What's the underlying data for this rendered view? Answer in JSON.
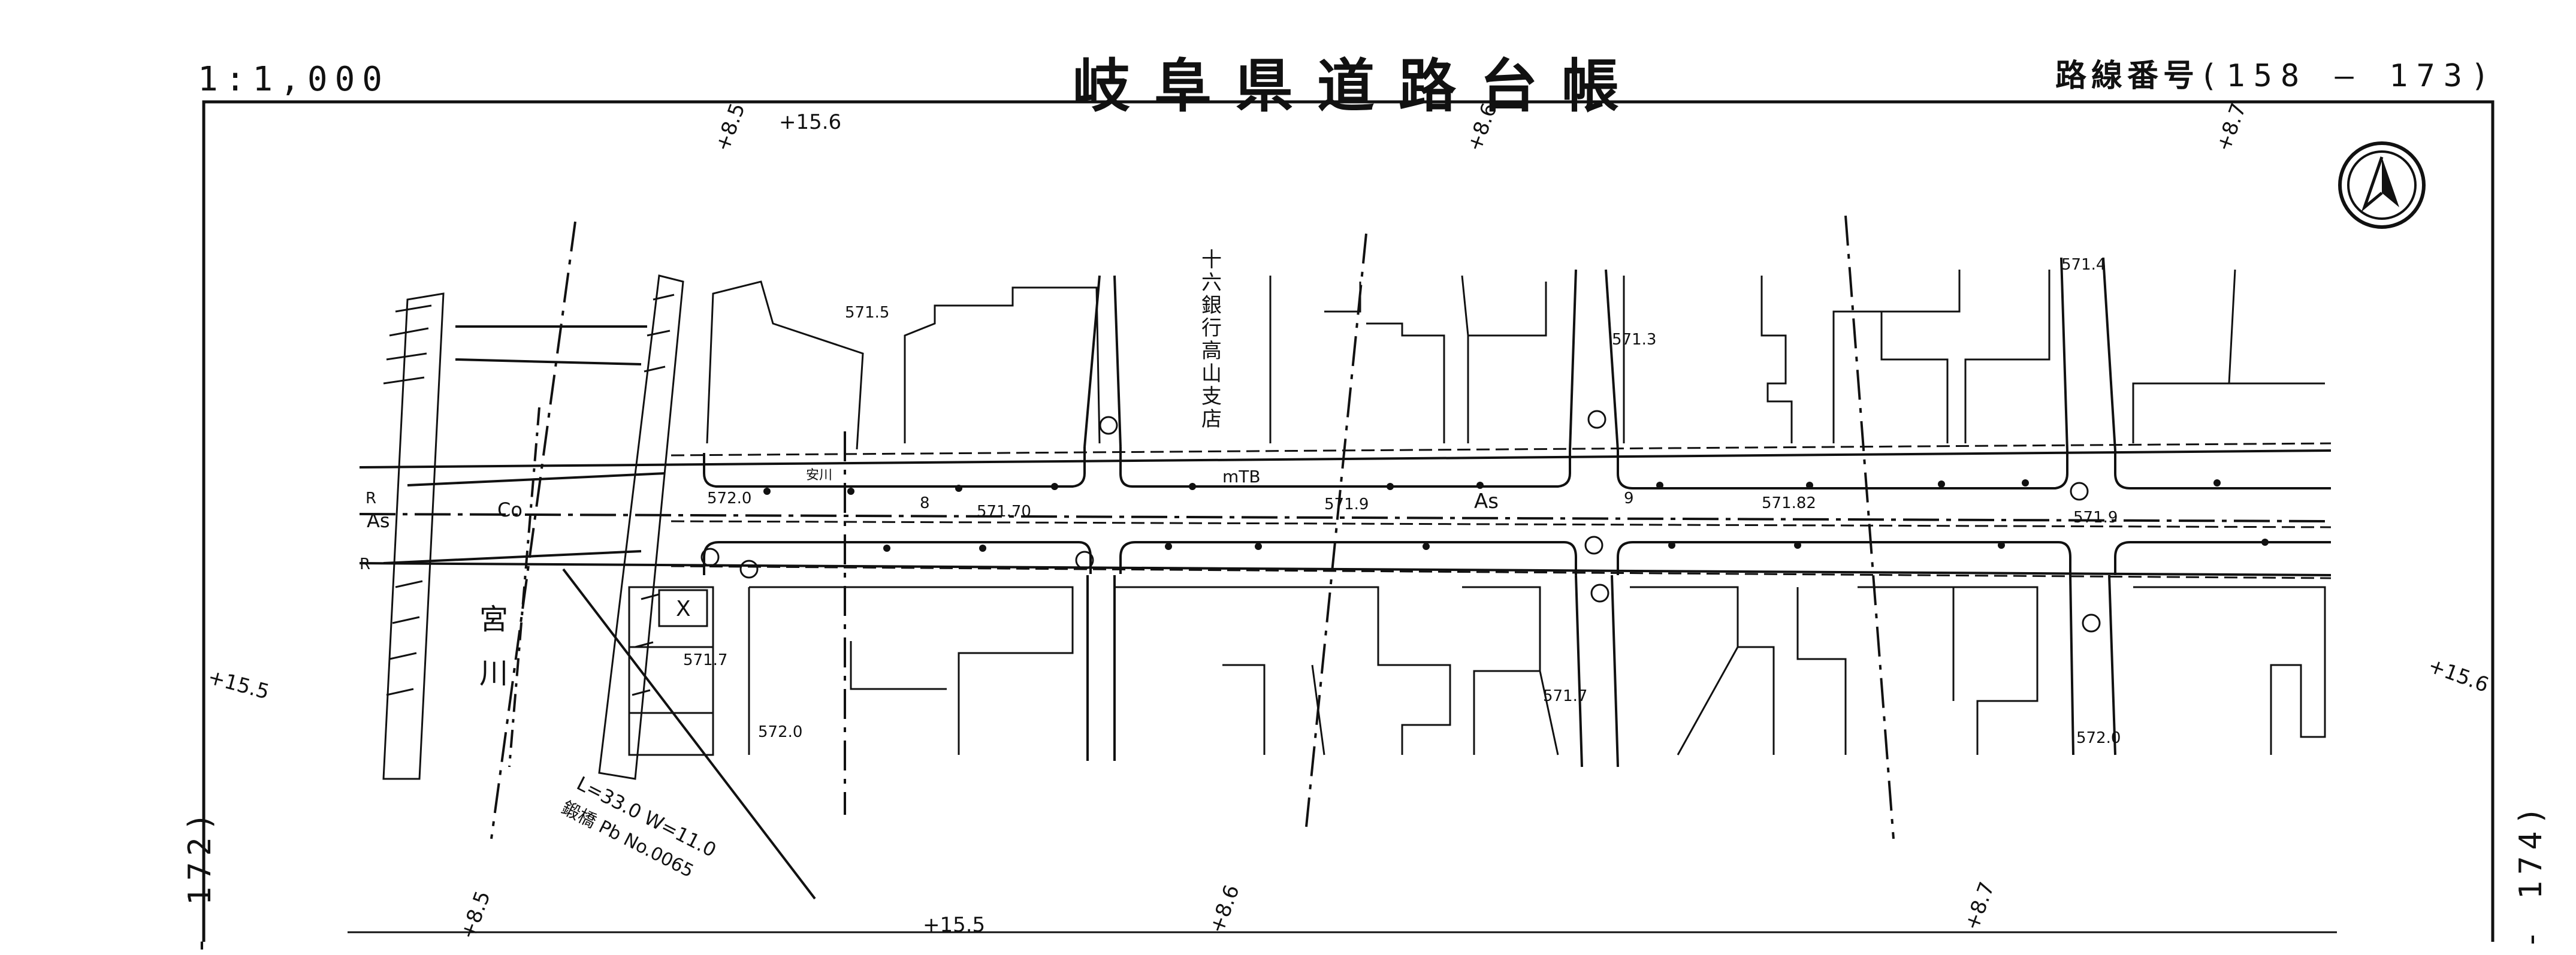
{
  "header": {
    "scale": "1:1,000",
    "title": "岐阜県道路台帳",
    "route_label": "路線番号",
    "route_value": "(158 — 173)"
  },
  "side_refs": {
    "left": "- 172)",
    "right": "- 174)"
  },
  "stations": {
    "top": [
      "+8.5",
      "+15.6",
      "+8.6",
      "+8.7"
    ],
    "bottom": [
      "+8.5",
      "+15.5",
      "+8.6",
      "+8.7"
    ],
    "left_mid": "+15.5",
    "right_mid": "+15.6"
  },
  "place_labels": {
    "bank": [
      "十",
      "六",
      "銀",
      "行",
      "高",
      "山",
      "支",
      "店"
    ],
    "river": [
      "宮",
      "川"
    ],
    "small_note": "安川"
  },
  "elevations": [
    "571.5",
    "571.3",
    "571.4",
    "572.0",
    "571.70",
    "571.9",
    "571.82",
    "571.9",
    "571.7",
    "571.7",
    "572.0",
    "572.0"
  ],
  "road_labels": [
    "R",
    "As",
    "Co",
    "R",
    "mTB",
    "As"
  ],
  "bridge": {
    "dims": "L=33.0  W=11.0",
    "name": "鍛橋 Pb No.0065"
  },
  "misc_marks": [
    "X",
    "8",
    "9"
  ],
  "icons": {
    "north_arrow": "north-arrow-icon"
  }
}
